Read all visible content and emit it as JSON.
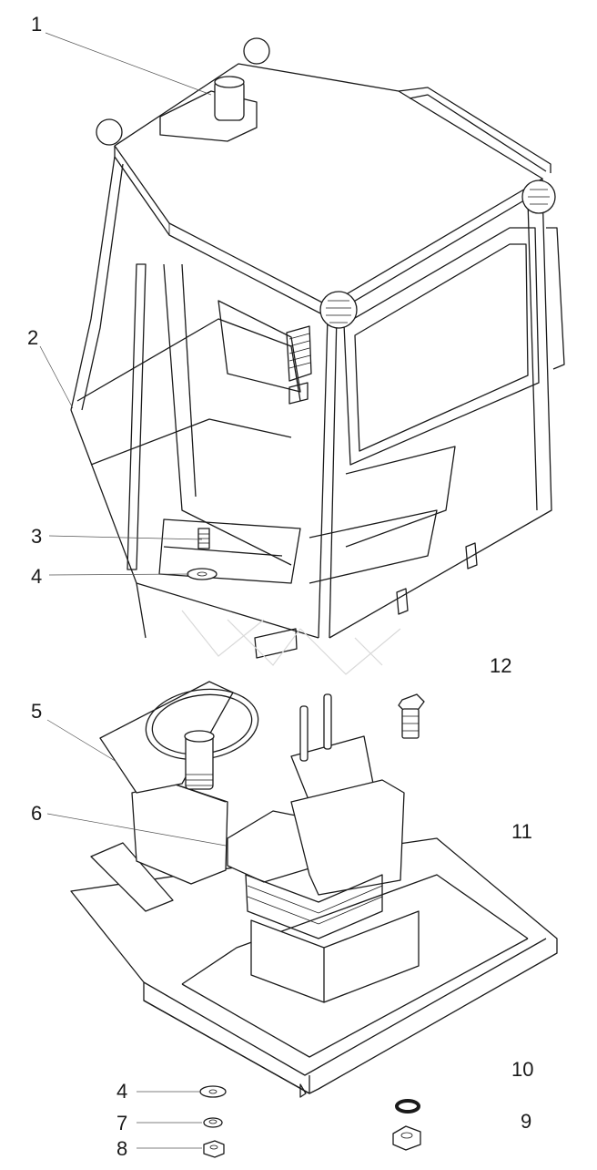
{
  "callouts": {
    "c1": "1",
    "c2": "2",
    "c3": "3",
    "c4a": "4",
    "c5": "5",
    "c6": "6",
    "c12": "12",
    "c11": "11",
    "c10": "10",
    "c4b": "4",
    "c7": "7",
    "c8": "8",
    "c9": "9"
  }
}
